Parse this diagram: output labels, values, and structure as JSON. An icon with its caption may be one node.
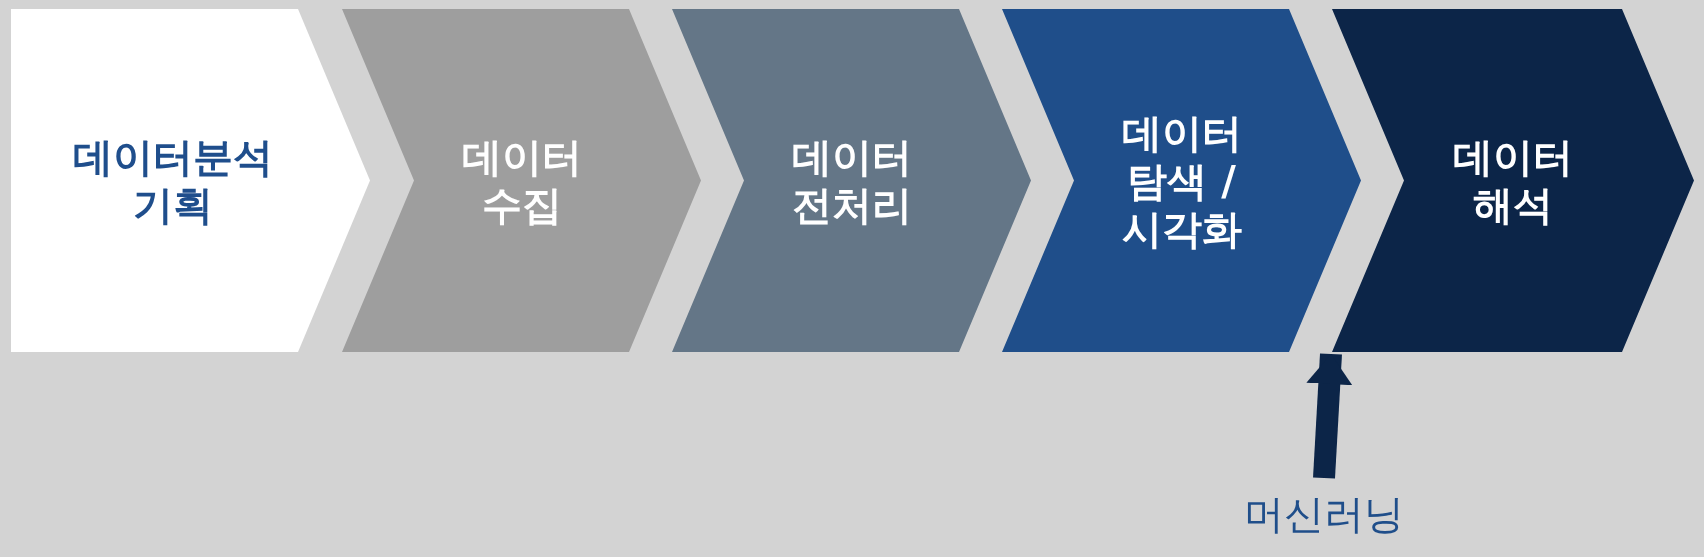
{
  "diagram": {
    "nodes": [
      {
        "text": [
          "데이터분석 기획"
        ]
      },
      {
        "text": [
          "데이터 수집"
        ]
      },
      {
        "text": [
          "데이터 전처리"
        ]
      },
      {
        "text": [
          "데이터 탐색 /시각화"
        ]
      },
      {
        "text": [
          "데이터 해석"
        ]
      },
      {
        "text": [
          "머신러닝"
        ]
      }
    ],
    "edges": [
      {
        "from": 5,
        "to": 3,
        "arrow": "to"
      }
    ]
  }
}
